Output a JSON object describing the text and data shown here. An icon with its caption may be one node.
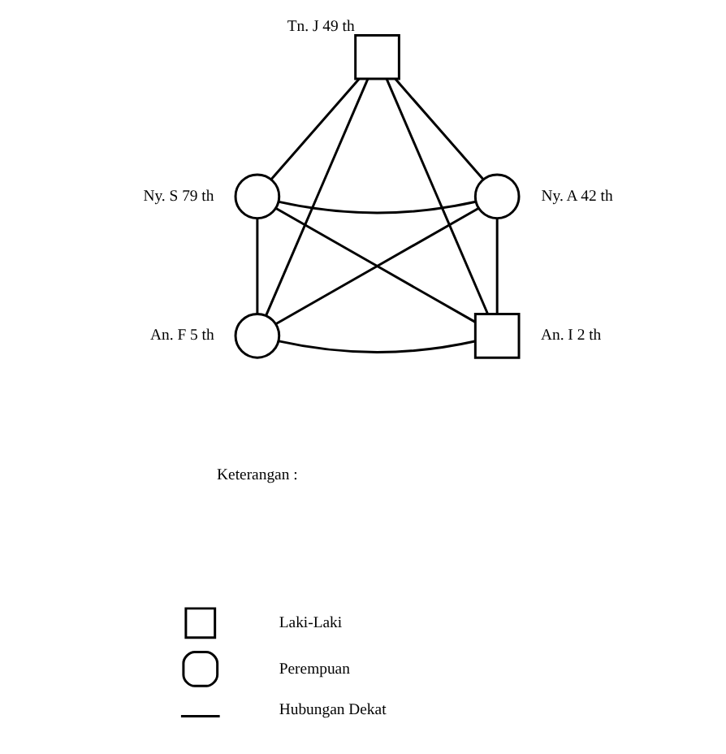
{
  "diagram": {
    "nodes": [
      {
        "text": [],
        "shape": "box",
        "beside": [
          "Tn. J 49 th"
        ]
      },
      {
        "text": [],
        "shape": "circle",
        "beside": [
          "Ny. A 42 th"
        ]
      },
      {
        "text": [],
        "shape": "box",
        "beside": [
          "An. I 2 th"
        ]
      },
      {
        "text": [],
        "shape": "circle",
        "beside": [
          "An. F 5 th"
        ]
      },
      {
        "text": [],
        "shape": "circle",
        "beside": [
          "Ny. S 79 th"
        ]
      }
    ],
    "edges": [
      {
        "from": 0,
        "to": 1,
        "arrow": "none"
      },
      {
        "from": 1,
        "to": 2,
        "arrow": "none"
      },
      {
        "from": 2,
        "to": 3,
        "arrow": "none"
      },
      {
        "from": 3,
        "to": 4,
        "arrow": "none"
      },
      {
        "from": 4,
        "to": 0,
        "arrow": "none"
      },
      {
        "from": 0,
        "to": 2,
        "arrow": "none"
      },
      {
        "from": 0,
        "to": 3,
        "arrow": "none"
      },
      {
        "from": 4,
        "to": 1,
        "arrow": "none"
      },
      {
        "from": 4,
        "to": 2,
        "arrow": "none"
      },
      {
        "from": 1,
        "to": 3,
        "arrow": "none"
      }
    ],
    "labels": [
      "Keterangan :"
    ],
    "legend": [
      {
        "text": "Laki-Laki"
      },
      {
        "text": "Perempuan"
      },
      {
        "text": "Hubungan Dekat"
      }
    ]
  }
}
